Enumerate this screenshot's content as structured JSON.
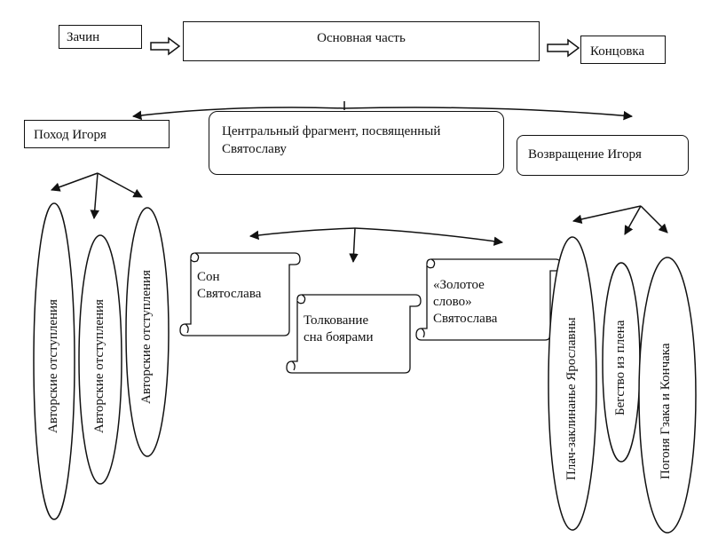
{
  "top_row": {
    "intro": "Зачин",
    "main": "Основная часть",
    "ending": "Концовка"
  },
  "middle_row": {
    "campaign": "Поход Игоря",
    "central_line1": "Центральный фрагмент, посвященный",
    "central_line2": "Святославу",
    "return": "Возвращение Игоря"
  },
  "left_ovals": [
    "Авторские  отступления",
    "Авторские  отступления",
    "Авторские  отступления"
  ],
  "scrolls": {
    "dream_line1": "Сон",
    "dream_line2": "Святослава",
    "interp_line1": "Толкование",
    "interp_line2": "сна боярами",
    "word_line1": "«Золотое",
    "word_line2": "слово»",
    "word_line3": "Святослава"
  },
  "right_ovals": [
    "Плач-заклинанье Ярославны",
    "Бегство из плена",
    "Погоня Гзака и Кончака"
  ]
}
